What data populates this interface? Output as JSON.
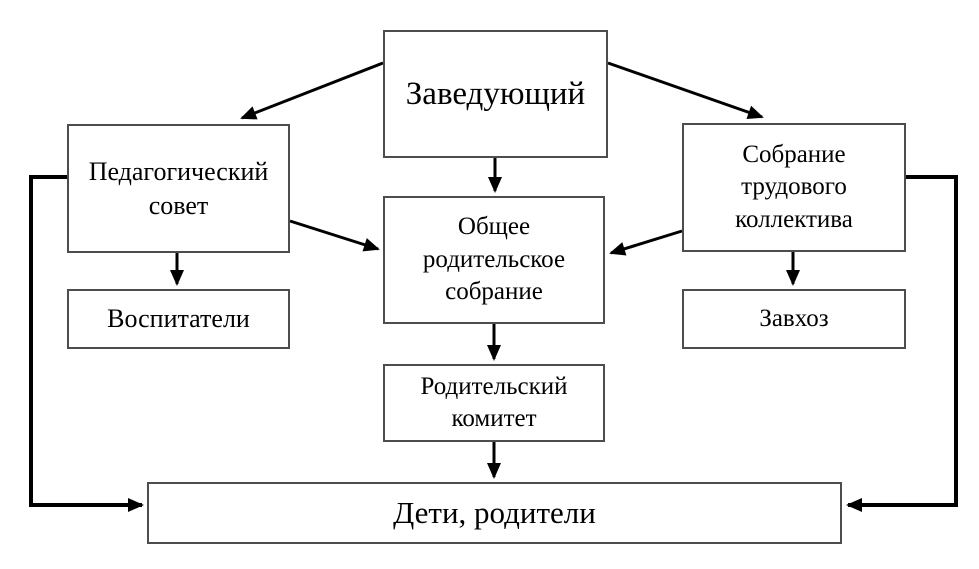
{
  "diagram": {
    "description": "Organizational chart of a kindergarten (Russian)",
    "nodes": {
      "head": {
        "label": "Заведующий"
      },
      "ped_council": {
        "label": "Педагогический совет"
      },
      "staff_meeting": {
        "label": "Собрание трудового коллектива"
      },
      "parents_meeting": {
        "label": "Общее родительское собрание"
      },
      "educators": {
        "label": "Воспитатели"
      },
      "supply_manager": {
        "label": "Завхоз"
      },
      "parents_committee": {
        "label": "Родительский комитет"
      },
      "children_parents": {
        "label": "Дети, родители"
      }
    },
    "edges": [
      {
        "from": "head",
        "to": "ped_council",
        "style": "arrow"
      },
      {
        "from": "head",
        "to": "staff_meeting",
        "style": "arrow"
      },
      {
        "from": "head",
        "to": "parents_meeting",
        "style": "arrow"
      },
      {
        "from": "ped_council",
        "to": "parents_meeting",
        "style": "arrow"
      },
      {
        "from": "staff_meeting",
        "to": "parents_meeting",
        "style": "arrow"
      },
      {
        "from": "ped_council",
        "to": "educators",
        "style": "arrow"
      },
      {
        "from": "staff_meeting",
        "to": "supply_manager",
        "style": "arrow"
      },
      {
        "from": "parents_meeting",
        "to": "parents_committee",
        "style": "arrow"
      },
      {
        "from": "parents_committee",
        "to": "children_parents",
        "style": "arrow"
      },
      {
        "from": "ped_council",
        "to": "children_parents",
        "style": "elbow-arrow-left"
      },
      {
        "from": "staff_meeting",
        "to": "children_parents",
        "style": "elbow-arrow-right"
      }
    ],
    "colors": {
      "background": "#ffffff",
      "box_border": "#4d4d4d",
      "line": "#000000",
      "text": "#000000"
    }
  }
}
